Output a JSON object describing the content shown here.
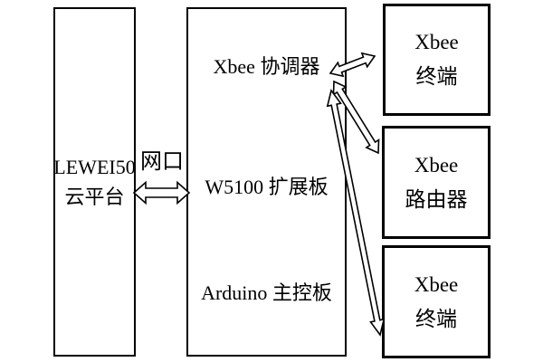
{
  "diagram": {
    "colors": {
      "background": "#ffffff",
      "border": "#000000",
      "text": "#000000",
      "arrow_fill": "#ffffff",
      "arrow_outline": "#000000"
    },
    "cloud_box": {
      "line1": "LEWEI50",
      "line2": "云平台"
    },
    "port_label": "网口",
    "main_box": {
      "coordinator": "Xbee 协调器",
      "expansion_board": "W5100 扩展板",
      "controller_board": "Arduino 主控板"
    },
    "right_boxes": [
      {
        "line1": "Xbee",
        "line2": "终端"
      },
      {
        "line1": "Xbee",
        "line2": "路由器"
      },
      {
        "line1": "Xbee",
        "line2": "终端"
      }
    ],
    "connections": [
      {
        "from": "LEWEI50 云平台",
        "to": "W5100 扩展板",
        "label": "网口",
        "bidirectional": true
      },
      {
        "from": "Xbee 协调器",
        "to": "Xbee 终端",
        "bidirectional": true
      },
      {
        "from": "Xbee 协调器",
        "to": "Xbee 路由器",
        "bidirectional": true
      },
      {
        "from": "Xbee 协调器",
        "to": "Xbee 终端",
        "bidirectional": true
      }
    ]
  }
}
